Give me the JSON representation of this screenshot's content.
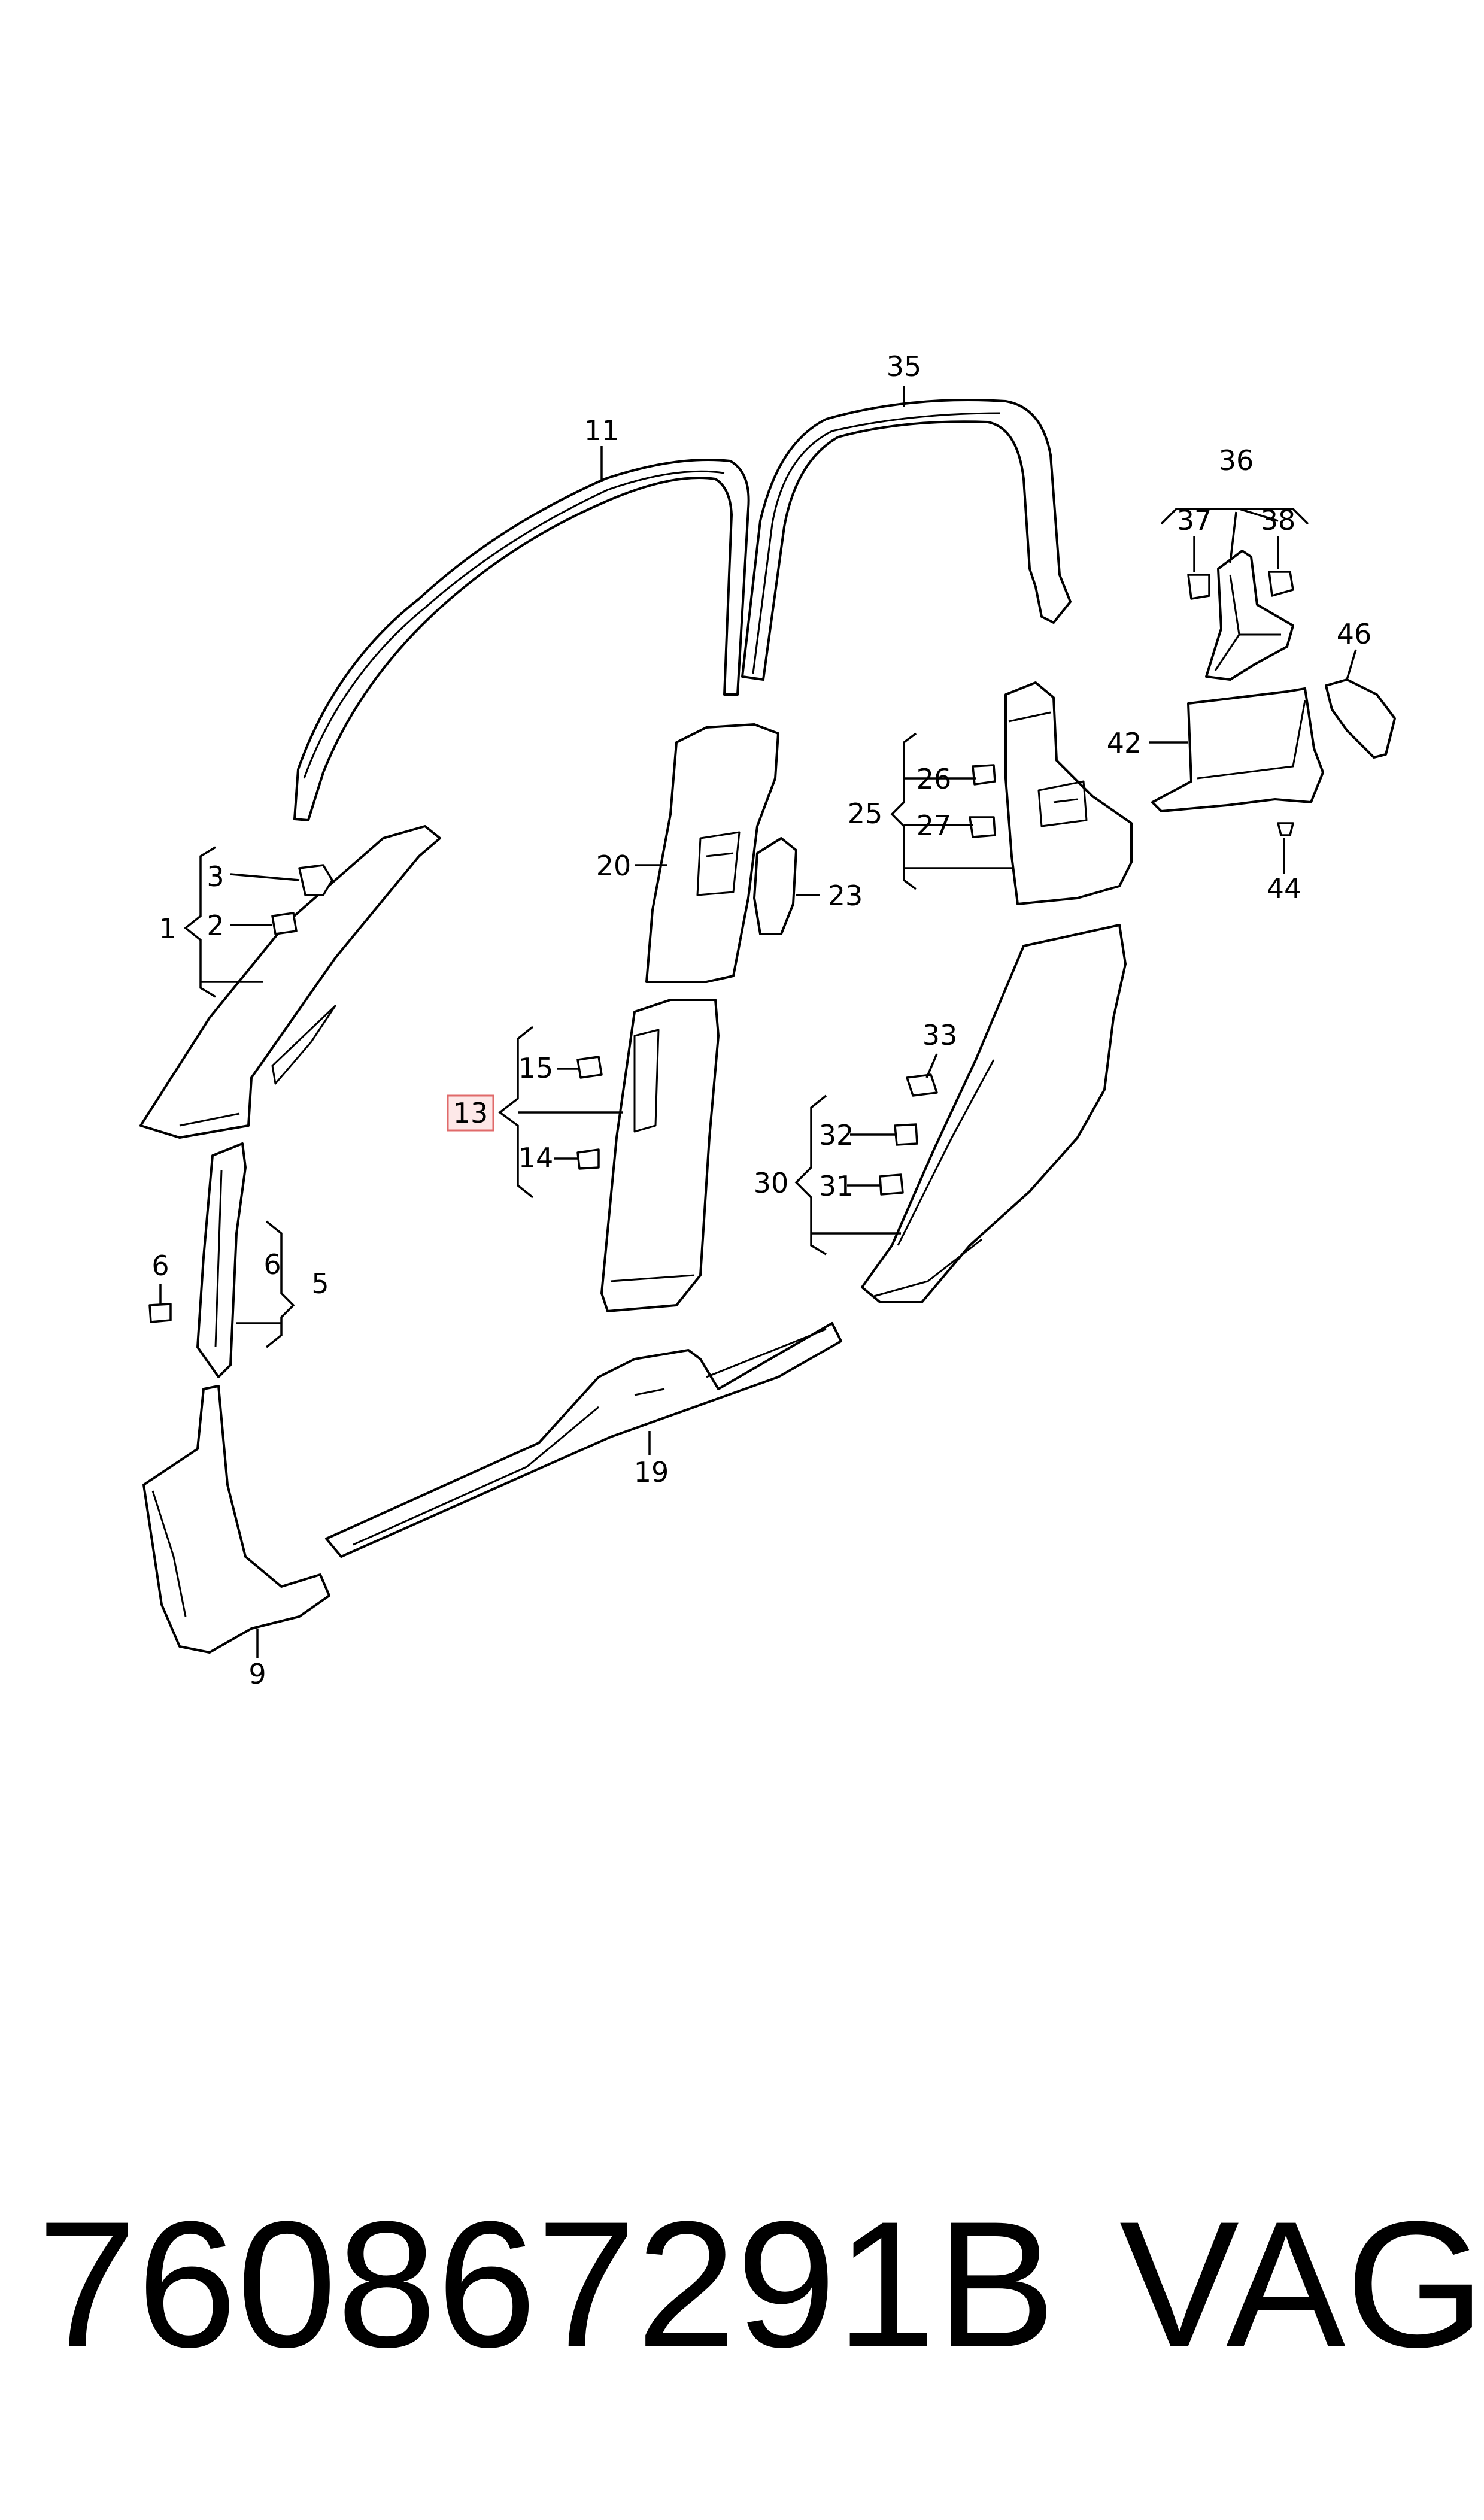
{
  "diagram": {
    "labels": {
      "p1": "1",
      "p2": "2",
      "p3": "3",
      "p5": "5",
      "p6a": "6",
      "p6b": "6",
      "p9": "9",
      "p11": "11",
      "p13": "13",
      "p14": "14",
      "p15": "15",
      "p19": "19",
      "p20": "20",
      "p23": "23",
      "p25": "25",
      "p26": "26",
      "p27": "27",
      "p30": "30",
      "p31": "31",
      "p32": "32",
      "p33": "33",
      "p35": "35",
      "p36": "36",
      "p37": "37",
      "p38": "38",
      "p42": "42",
      "p44": "44",
      "p46": "46"
    },
    "highlighted_part": "13"
  },
  "footer": {
    "part_number": "760867291B",
    "brand": "VAG"
  }
}
